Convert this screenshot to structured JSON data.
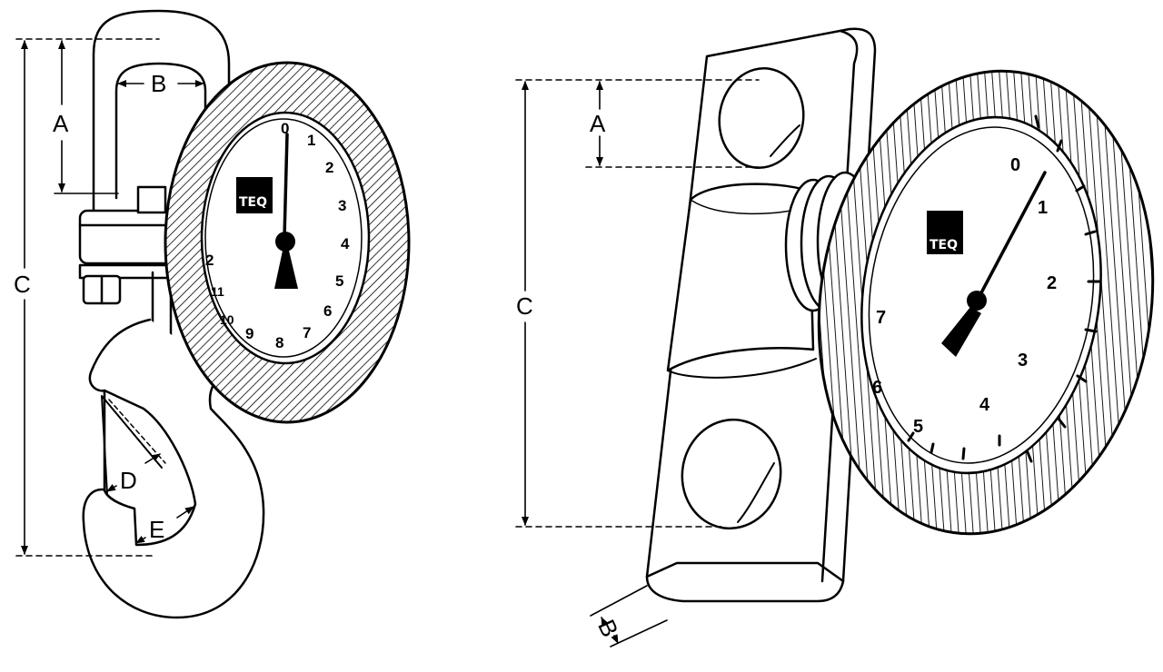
{
  "left_figure": {
    "labels": {
      "a": "A",
      "b": "B",
      "c": "C",
      "d": "D",
      "e": "E"
    },
    "logo": "TEQ",
    "dial_numbers": [
      "0",
      "1",
      "2",
      "3",
      "4",
      "5",
      "6",
      "7",
      "8",
      "9",
      "10",
      "11",
      "2"
    ]
  },
  "right_figure": {
    "labels": {
      "a": "A",
      "b": "B",
      "c": "C"
    },
    "logo": "TEQ",
    "dial_numbers": [
      "0",
      "1",
      "2",
      "3",
      "4",
      "5",
      "6",
      "7"
    ]
  },
  "colors": {
    "ink": "#000000",
    "paper": "#ffffff"
  }
}
